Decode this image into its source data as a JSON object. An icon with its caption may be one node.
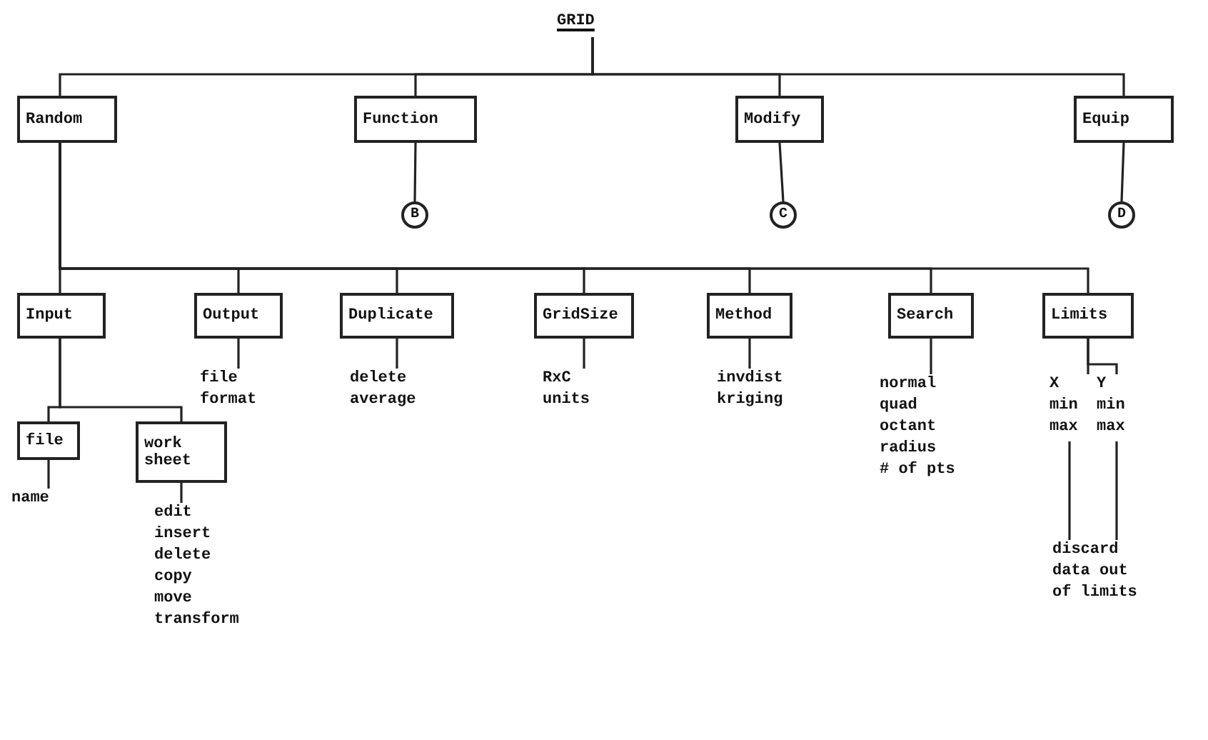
{
  "diagram": {
    "nodes": [
      {
        "text": [
          "GRID"
        ]
      },
      {
        "text": [
          "Random"
        ]
      },
      {
        "text": [
          "Function"
        ]
      },
      {
        "text": [
          "Modify"
        ]
      },
      {
        "text": [
          "Equip"
        ]
      },
      {
        "text": [
          "B"
        ]
      },
      {
        "text": [
          "C"
        ]
      },
      {
        "text": [
          "D"
        ]
      },
      {
        "text": [
          "Input"
        ]
      },
      {
        "text": [
          "Output"
        ]
      },
      {
        "text": [
          "Duplicate"
        ]
      },
      {
        "text": [
          "GridSize"
        ]
      },
      {
        "text": [
          "Method"
        ]
      },
      {
        "text": [
          "Search"
        ]
      },
      {
        "text": [
          "Limits"
        ]
      },
      {
        "text": [
          "file"
        ]
      },
      {
        "text": [
          "work sheet"
        ]
      },
      {
        "text": [
          "file",
          "format"
        ]
      },
      {
        "text": [
          "delete",
          "average"
        ]
      },
      {
        "text": [
          "RxC",
          "units"
        ]
      },
      {
        "text": [
          "invdist",
          "kriging"
        ]
      },
      {
        "text": [
          "normal",
          "quad",
          "octant",
          "radius",
          "# of pts"
        ]
      },
      {
        "text": [
          "X",
          "min",
          "max"
        ]
      },
      {
        "text": [
          "Y",
          "min",
          "max"
        ]
      },
      {
        "text": [
          "discard data out of limits"
        ]
      },
      {
        "text": [
          "name"
        ]
      },
      {
        "text": [
          "edit",
          "insert",
          "delete",
          "copy",
          "move",
          "transform"
        ]
      }
    ],
    "edges": [
      {
        "from": 0,
        "to": 1,
        "arrow": "none"
      },
      {
        "from": 0,
        "to": 2,
        "arrow": "none"
      },
      {
        "from": 0,
        "to": 3,
        "arrow": "none"
      },
      {
        "from": 0,
        "to": 4,
        "arrow": "none"
      },
      {
        "from": 2,
        "to": 5,
        "arrow": "none"
      },
      {
        "from": 3,
        "to": 6,
        "arrow": "none"
      },
      {
        "from": 4,
        "to": 7,
        "arrow": "none"
      },
      {
        "from": 1,
        "to": 8,
        "arrow": "none"
      },
      {
        "from": 1,
        "to": 9,
        "arrow": "none"
      },
      {
        "from": 1,
        "to": 10,
        "arrow": "none"
      },
      {
        "from": 1,
        "to": 11,
        "arrow": "none"
      },
      {
        "from": 1,
        "to": 12,
        "arrow": "none"
      },
      {
        "from": 1,
        "to": 13,
        "arrow": "none"
      },
      {
        "from": 1,
        "to": 14,
        "arrow": "none"
      },
      {
        "from": 8,
        "to": 15,
        "arrow": "none"
      },
      {
        "from": 8,
        "to": 16,
        "arrow": "none"
      },
      {
        "from": 9,
        "to": 17,
        "arrow": "none"
      },
      {
        "from": 10,
        "to": 18,
        "arrow": "none"
      },
      {
        "from": 11,
        "to": 19,
        "arrow": "none"
      },
      {
        "from": 12,
        "to": 20,
        "arrow": "none"
      },
      {
        "from": 13,
        "to": 21,
        "arrow": "none"
      },
      {
        "from": 14,
        "to": 22,
        "arrow": "none"
      },
      {
        "from": 14,
        "to": 23,
        "arrow": "none"
      },
      {
        "from": 22,
        "to": 24,
        "arrow": "none"
      },
      {
        "from": 23,
        "to": 24,
        "arrow": "none"
      },
      {
        "from": 15,
        "to": 25,
        "arrow": "none"
      },
      {
        "from": 16,
        "to": 26,
        "arrow": "none"
      }
    ]
  }
}
